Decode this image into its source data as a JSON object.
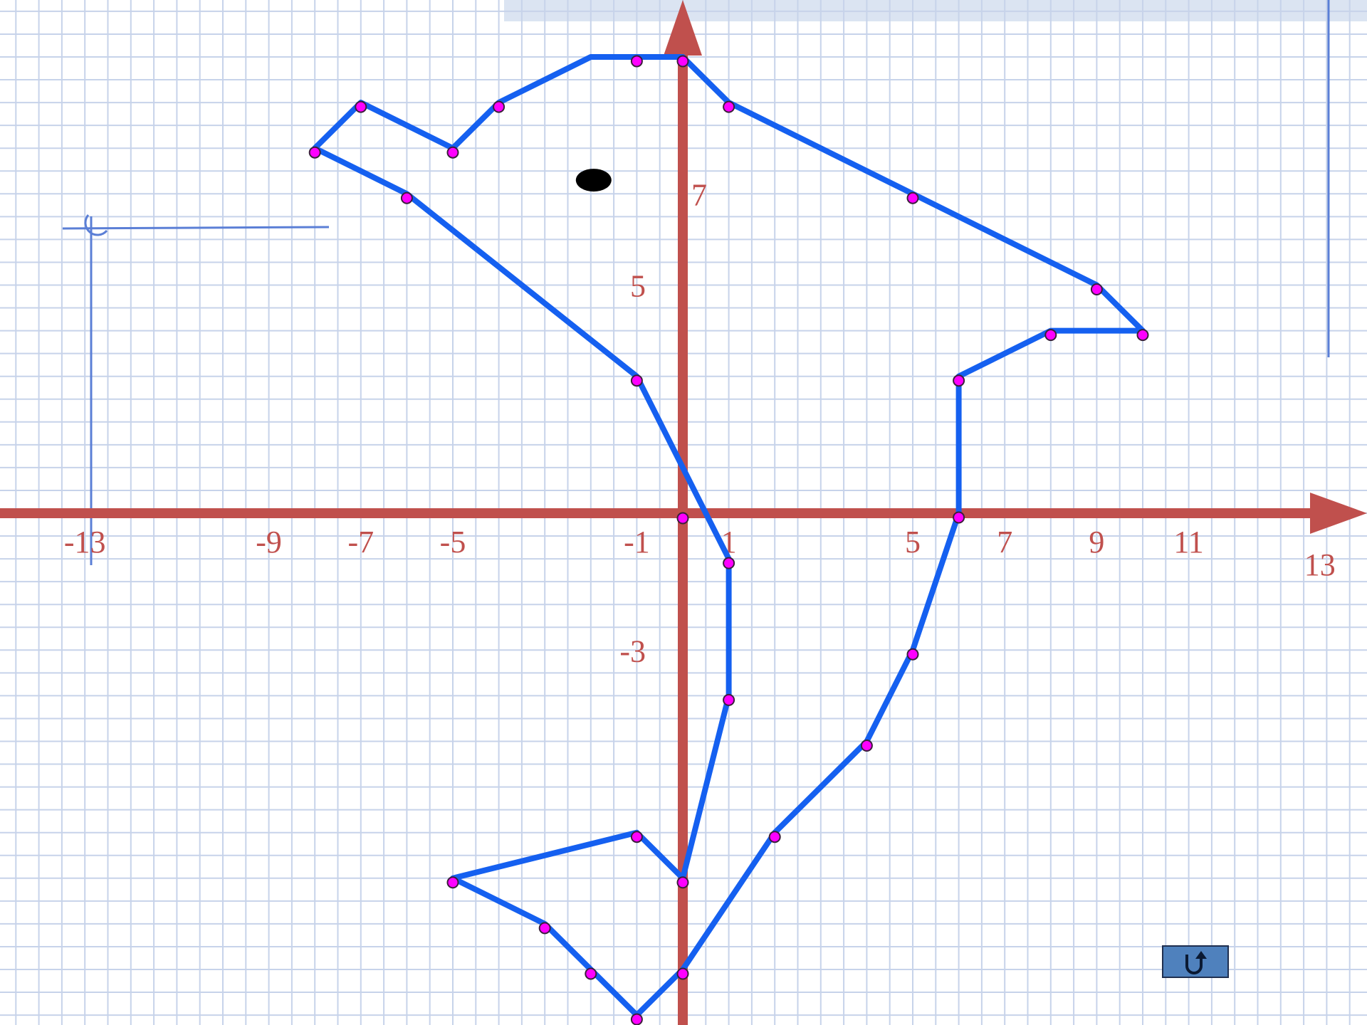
{
  "colors": {
    "background": "#ffffff",
    "grid": "#c7d3ea",
    "axis": "#c0504d",
    "outline": "#1560f0",
    "point_fill": "#ff00ff",
    "point_stroke": "#3b1f3b",
    "eye": "#000000",
    "guide_line": "#5b7fd6",
    "button": "#4f81bd"
  },
  "navigation": {
    "back_button_icon": "return-arrow-icon"
  },
  "chart_data": {
    "type": "line",
    "xlim": [
      -15,
      15
    ],
    "ylim": [
      -11,
      11
    ],
    "grid": true,
    "x_tick_labels": [
      {
        "value": -13,
        "text": "-13"
      },
      {
        "value": -9,
        "text": "-9"
      },
      {
        "value": -7,
        "text": "-7"
      },
      {
        "value": -5,
        "text": "-5"
      },
      {
        "value": -1,
        "text": "-1"
      },
      {
        "value": 1,
        "text": "1"
      },
      {
        "value": 5,
        "text": "5"
      },
      {
        "value": 7,
        "text": "7"
      },
      {
        "value": 9,
        "text": "9"
      },
      {
        "value": 11,
        "text": "11"
      },
      {
        "value": 13,
        "text": "13"
      }
    ],
    "y_tick_labels": [
      {
        "value": 7,
        "text": "7"
      },
      {
        "value": 5,
        "text": "5"
      },
      {
        "value": -3,
        "text": "-3"
      }
    ],
    "origin_point": {
      "x": 0,
      "y": 0
    },
    "outline_points": [
      {
        "x": -1,
        "y": 10
      },
      {
        "x": 0,
        "y": 10
      },
      {
        "x": 1,
        "y": 9
      },
      {
        "x": 5,
        "y": 7
      },
      {
        "x": 9,
        "y": 5
      },
      {
        "x": 10,
        "y": 4
      },
      {
        "x": 8,
        "y": 4
      },
      {
        "x": 6,
        "y": 3
      },
      {
        "x": 6,
        "y": 0
      },
      {
        "x": 5,
        "y": -3
      },
      {
        "x": 4,
        "y": -5
      },
      {
        "x": 2,
        "y": -7
      },
      {
        "x": 0,
        "y": -10
      },
      {
        "x": -1,
        "y": -11
      },
      {
        "x": -2,
        "y": -10
      },
      {
        "x": -3,
        "y": -9
      },
      {
        "x": -5,
        "y": -8
      },
      {
        "x": -1,
        "y": -7
      },
      {
        "x": 0,
        "y": -8
      },
      {
        "x": 1,
        "y": -4
      },
      {
        "x": 1,
        "y": -1
      },
      {
        "x": 0,
        "y": 1
      },
      {
        "x": -1,
        "y": 3
      },
      {
        "x": -6,
        "y": 7
      },
      {
        "x": -8,
        "y": 8
      },
      {
        "x": -7,
        "y": 9
      },
      {
        "x": -5,
        "y": 8
      },
      {
        "x": -4,
        "y": 9
      },
      {
        "x": -2,
        "y": 10
      },
      {
        "x": -1,
        "y": 10
      }
    ],
    "marked_points": [
      {
        "x": -1,
        "y": 10
      },
      {
        "x": 0,
        "y": 10
      },
      {
        "x": 1,
        "y": 9
      },
      {
        "x": 5,
        "y": 7
      },
      {
        "x": 9,
        "y": 5
      },
      {
        "x": 10,
        "y": 4
      },
      {
        "x": 8,
        "y": 4
      },
      {
        "x": 6,
        "y": 3
      },
      {
        "x": 6,
        "y": 0
      },
      {
        "x": 5,
        "y": -3
      },
      {
        "x": 4,
        "y": -5
      },
      {
        "x": 2,
        "y": -7
      },
      {
        "x": 0,
        "y": -10
      },
      {
        "x": -1,
        "y": -11
      },
      {
        "x": -2,
        "y": -10
      },
      {
        "x": -3,
        "y": -9
      },
      {
        "x": -5,
        "y": -8
      },
      {
        "x": -1,
        "y": -7
      },
      {
        "x": 0,
        "y": -8
      },
      {
        "x": 1,
        "y": -4
      },
      {
        "x": 1,
        "y": -1
      },
      {
        "x": -1,
        "y": 3
      },
      {
        "x": -6,
        "y": 7
      },
      {
        "x": -8,
        "y": 8
      },
      {
        "x": -7,
        "y": 9
      },
      {
        "x": -5,
        "y": 8
      },
      {
        "x": -4,
        "y": 9
      }
    ],
    "eye_point": {
      "x": -2,
      "y": 7.3
    }
  }
}
